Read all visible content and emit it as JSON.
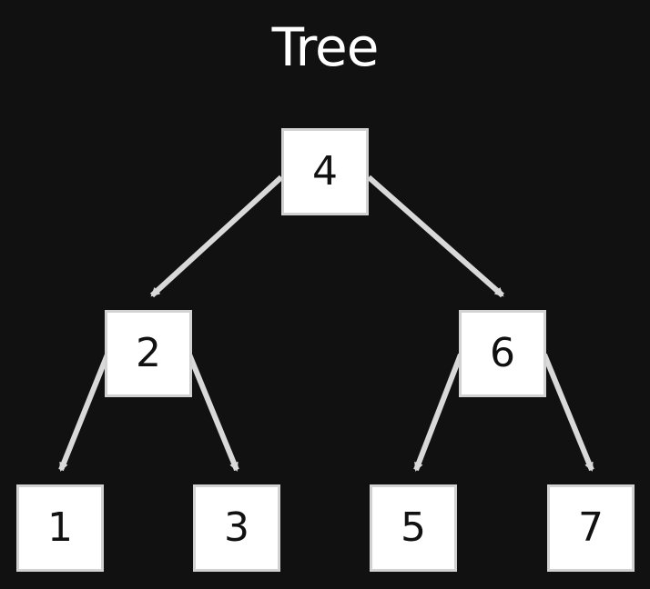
{
  "title": "Tree",
  "nodes": {
    "n4": "4",
    "n2": "2",
    "n6": "6",
    "n1": "1",
    "n3": "3",
    "n5": "5",
    "n7": "7"
  },
  "edges": [
    [
      "4",
      "2"
    ],
    [
      "4",
      "6"
    ],
    [
      "2",
      "1"
    ],
    [
      "2",
      "3"
    ],
    [
      "6",
      "5"
    ],
    [
      "6",
      "7"
    ]
  ],
  "colors": {
    "background": "#111111",
    "node_fill": "#ffffff",
    "node_border": "#d2d2d2",
    "arrow": "#d9d9d9",
    "title_text": "#ffffff",
    "node_text": "#111111"
  }
}
